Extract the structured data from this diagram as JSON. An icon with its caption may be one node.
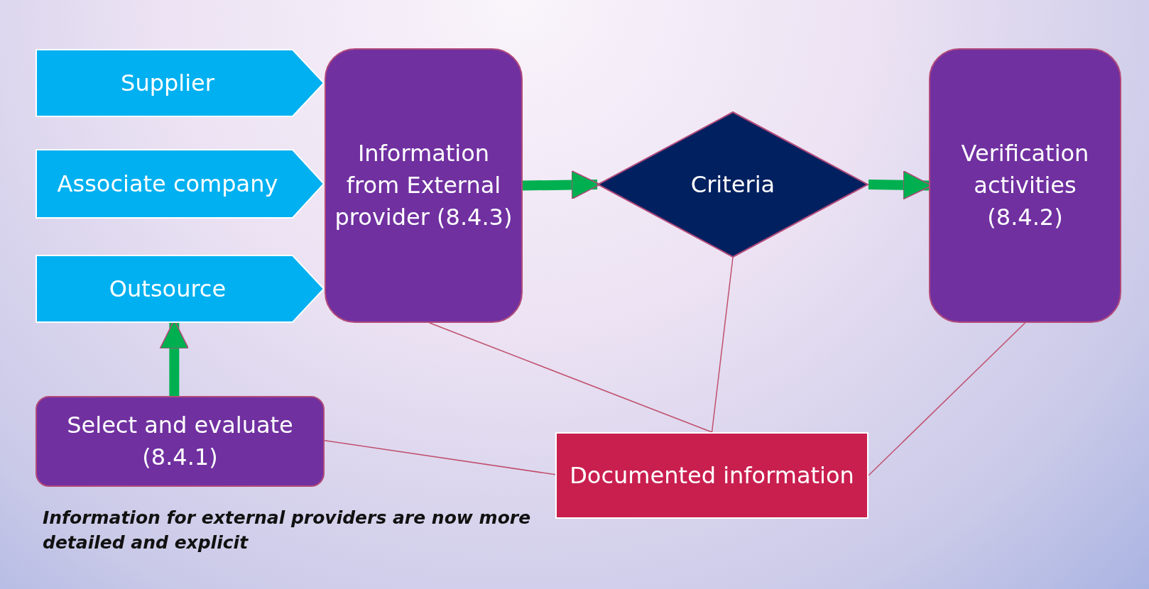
{
  "diagram": {
    "nodes": [
      {
        "text": [
          "Supplier"
        ]
      },
      {
        "text": [
          "Associate company"
        ]
      },
      {
        "text": [
          "Outsource"
        ]
      },
      {
        "text": [
          "Information from External provider (8.4.3)"
        ]
      },
      {
        "text": [
          "Criteria"
        ]
      },
      {
        "text": [
          "Verification activities (8.4.2)"
        ]
      },
      {
        "text": [
          "Select and evaluate (8.4.1)"
        ]
      },
      {
        "text": [
          "Documented information"
        ]
      }
    ],
    "edges": [
      {
        "from": 3,
        "to": 4,
        "arrow": "to",
        "style": "thick",
        "color": "#00b050"
      },
      {
        "from": 4,
        "to": 5,
        "arrow": "to",
        "style": "thick",
        "color": "#00b050"
      },
      {
        "from": 6,
        "to": 2,
        "arrow": "to",
        "style": "thick",
        "color": "#00b050"
      },
      {
        "from": 3,
        "to": 7,
        "arrow": "none"
      },
      {
        "from": 4,
        "to": 7,
        "arrow": "none"
      },
      {
        "from": 6,
        "to": 7,
        "arrow": "none"
      },
      {
        "from": 5,
        "to": 7,
        "arrow": "none"
      }
    ],
    "labels": [
      "Information for external providers are now more detailed and explicit"
    ]
  }
}
